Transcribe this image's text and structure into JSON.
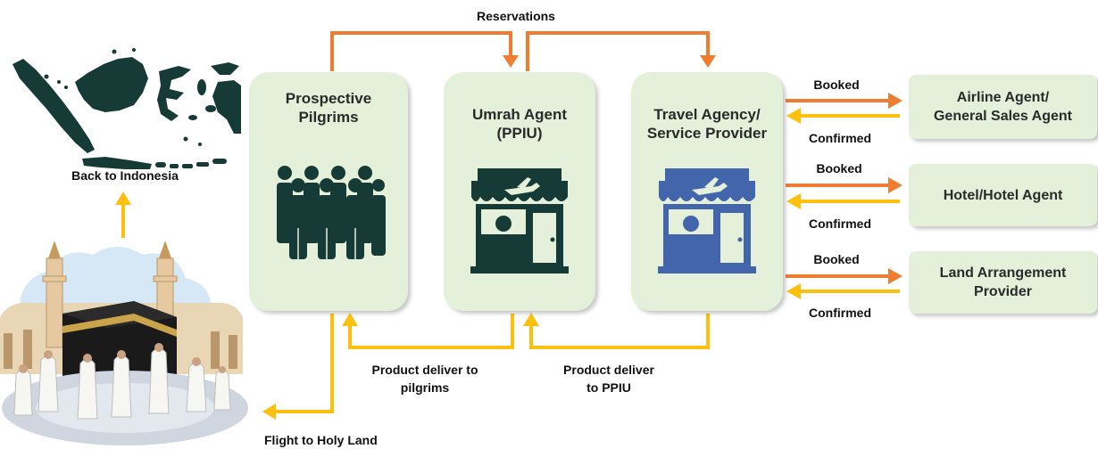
{
  "colors": {
    "box_fill": "#e4f0da",
    "orange_arrow": "#ee7d31",
    "yellow_arrow": "#fdc00f",
    "icon_green": "#163b37",
    "icon_blue": "#4365ab",
    "map_green": "#163b37"
  },
  "nodes": {
    "pilgrims": {
      "title": "Prospective\nPilgrims",
      "icon": "people-group-icon"
    },
    "ppiu": {
      "title": "Umrah Agent\n(PPIU)",
      "icon": "travel-shop-icon"
    },
    "travel": {
      "title": "Travel Agency/\nService Provider",
      "icon": "travel-shop-icon"
    },
    "airline": {
      "title": "Airline Agent/\nGeneral Sales Agent"
    },
    "hotel": {
      "title": "Hotel/Hotel Agent"
    },
    "land": {
      "title": "Land Arrangement\nProvider"
    }
  },
  "labels": {
    "reservations": "Reservations",
    "booked": "Booked",
    "confirmed": "Confirmed",
    "product_to_pilgrims": "Product deliver to\npilgrims",
    "product_to_ppiu": "Product deliver\nto PPIU",
    "back_to_indonesia": "Back to Indonesia",
    "flight_to_holy_land": "Flight to Holy Land"
  },
  "illustrations": {
    "map": "indonesia-map",
    "kaaba": "kaaba-mosque-illustration"
  }
}
